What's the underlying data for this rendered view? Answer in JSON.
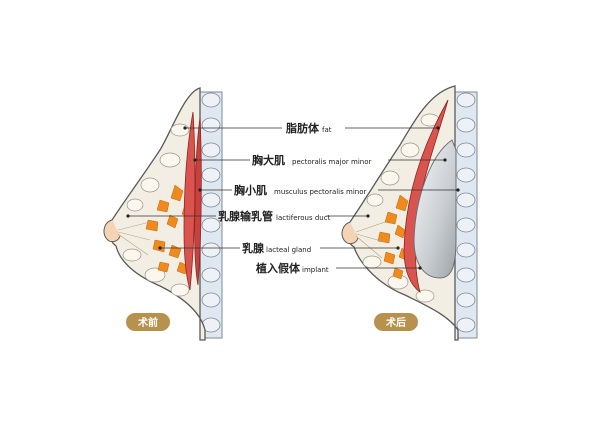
{
  "labels": {
    "fat": {
      "zh": "脂肪体",
      "en": "fat"
    },
    "pectoralis_major": {
      "zh": "胸大肌",
      "en": "pectoralis major minor"
    },
    "pectoralis_minor": {
      "zh": "胸小肌",
      "en": "musculus pectoralis minor"
    },
    "lactiferous_duct": {
      "zh": "乳腺输乳管",
      "en": "lactiferous duct"
    },
    "lacteal_gland": {
      "zh": "乳腺",
      "en": "lacteal gland"
    },
    "implant": {
      "zh": "植入假体",
      "en": "implant"
    }
  },
  "badges": {
    "before": "术前",
    "after": "术后"
  },
  "colors": {
    "muscle": "#d9534f",
    "gland": "#ef8a1e",
    "rib": "#dfe7f0",
    "skin": "#f3eee3",
    "badge": "#b7924d",
    "implant": "#d8dadd"
  }
}
